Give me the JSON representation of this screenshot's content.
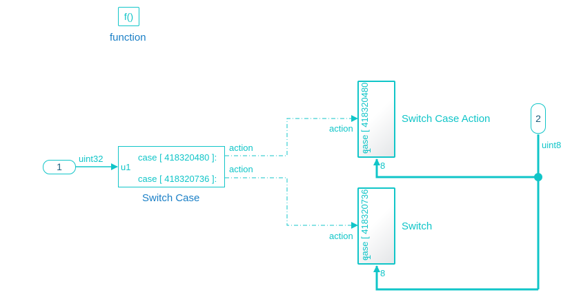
{
  "function_block": {
    "symbol": "f()",
    "label": "function"
  },
  "inport_1": {
    "number": "1",
    "signal_type": "uint32"
  },
  "switch_case": {
    "input_port": "u1",
    "case_1": "case [ 418320480 ]:",
    "case_2": "case [ 418320736 ]:",
    "output_1_label": "action",
    "output_2_label": "action",
    "label": "Switch Case"
  },
  "action_subsystem_1": {
    "vertical_text": "case [ 418320480",
    "port_number": "1",
    "action_label": "action",
    "label": "Switch Case Action",
    "bottom_port_number": "8"
  },
  "action_subsystem_2": {
    "vertical_text": "case [ 418320736",
    "port_number": "1",
    "action_label": "action",
    "label": "Switch",
    "bottom_port_number": "8"
  },
  "inport_2": {
    "number": "2",
    "signal_type": "uint8"
  },
  "colors": {
    "line": "#10c5c8",
    "block_label": "#1a7fc6",
    "inport_text": "#1a5a7a"
  }
}
